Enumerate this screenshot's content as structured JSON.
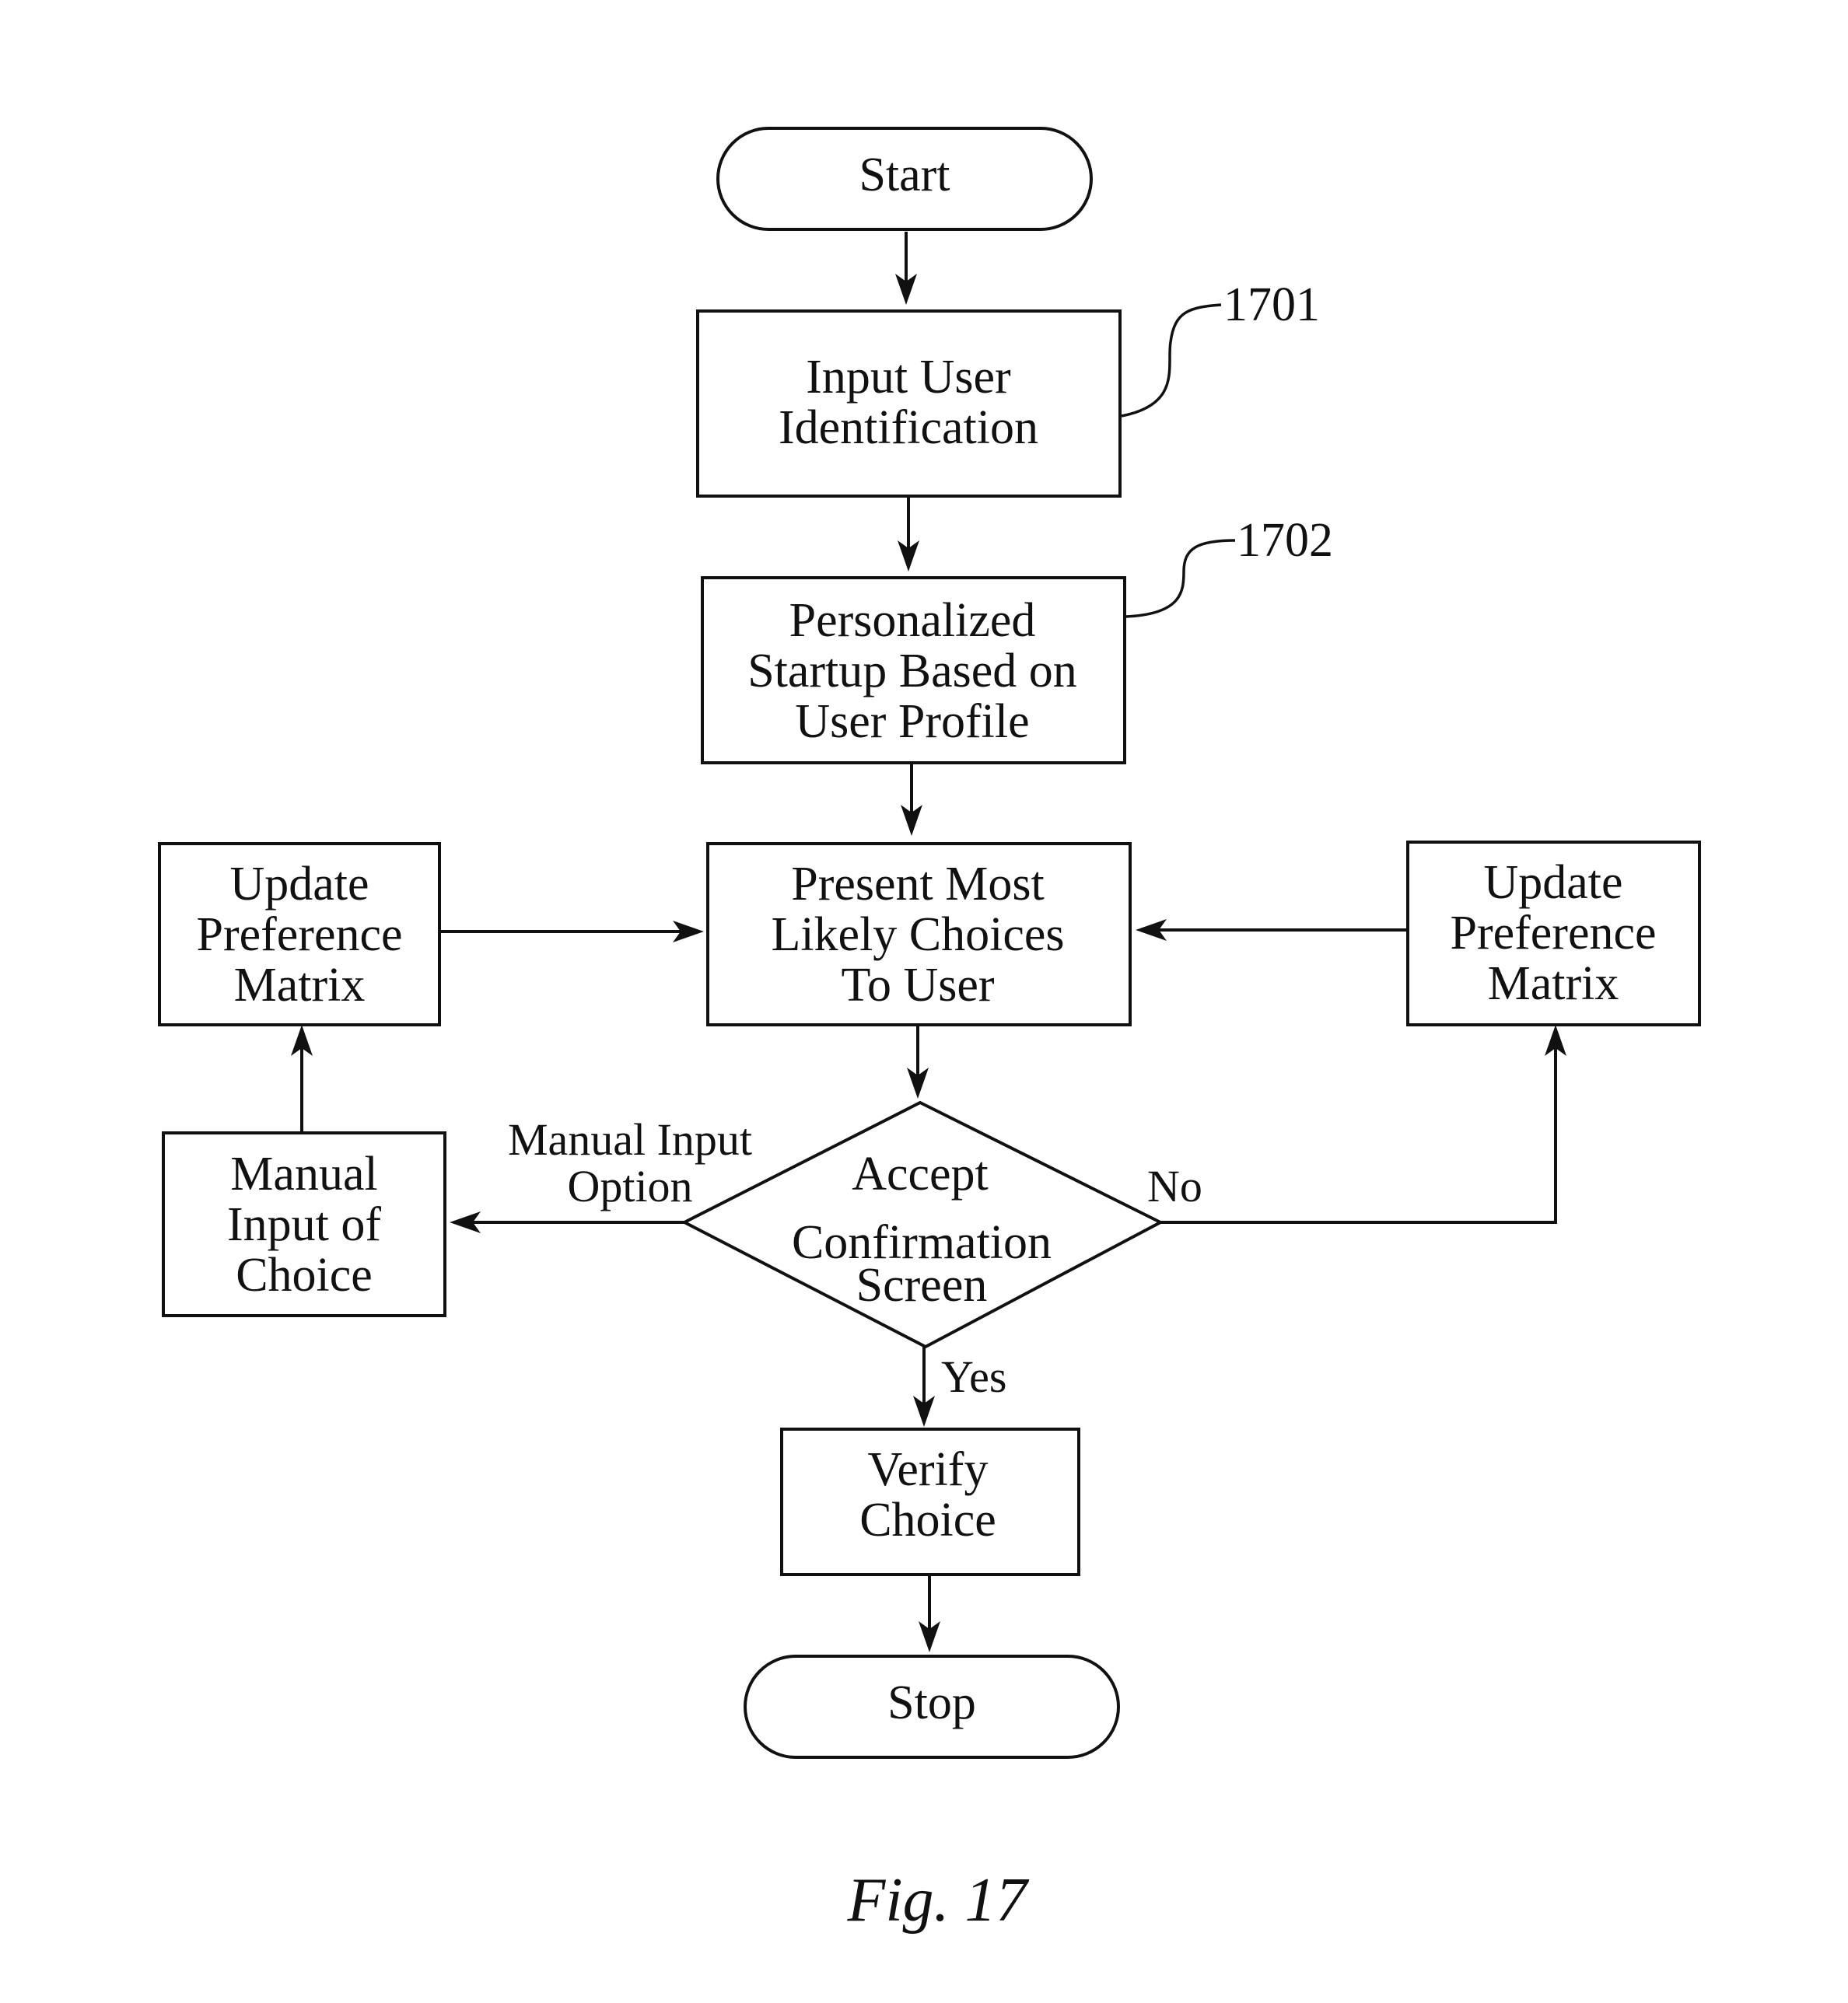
{
  "diagram": {
    "nodes": {
      "start": {
        "lines": [
          "Start"
        ]
      },
      "input_user": {
        "lines": [
          "Input User",
          "Identification"
        ],
        "ref": "1701"
      },
      "personalized": {
        "lines": [
          "Personalized",
          "Startup Based on",
          "User Profile"
        ],
        "ref": "1702"
      },
      "present": {
        "lines": [
          "Present Most",
          "Likely Choices",
          "To User"
        ]
      },
      "update_left": {
        "lines": [
          "Update",
          "Preference",
          "Matrix"
        ]
      },
      "update_right": {
        "lines": [
          "Update",
          "Preference",
          "Matrix"
        ]
      },
      "manual": {
        "lines": [
          "Manual",
          "Input of",
          "Choice"
        ]
      },
      "decision": {
        "lines": [
          "Accept",
          "Confirmation",
          "Screen"
        ]
      },
      "verify": {
        "lines": [
          "Verify",
          "Choice"
        ]
      },
      "stop": {
        "lines": [
          "Stop"
        ]
      }
    },
    "edge_labels": {
      "manual_option": [
        "Manual Input",
        "Option"
      ],
      "no": "No",
      "yes": "Yes"
    },
    "figure_caption": "Fig. 17"
  }
}
